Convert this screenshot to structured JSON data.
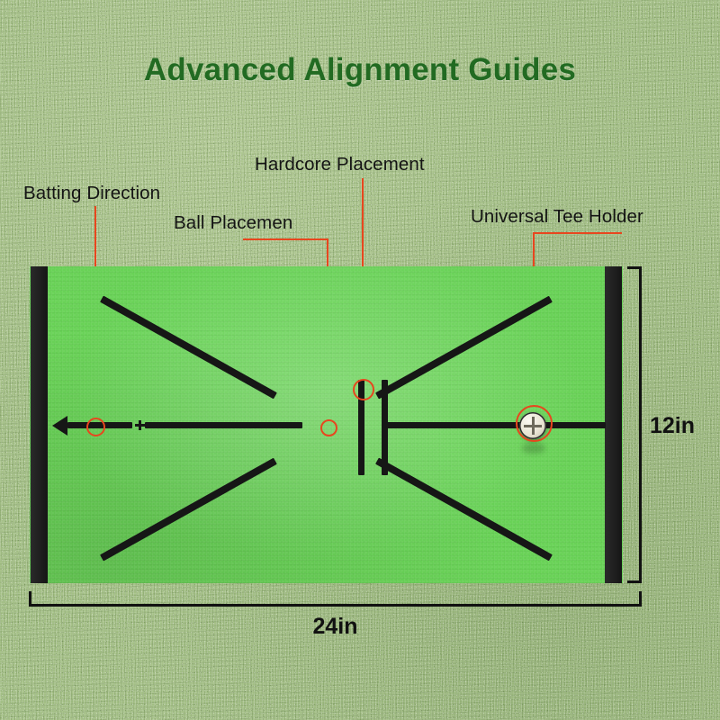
{
  "page": {
    "title": "Advanced Alignment Guides",
    "background_color": "#a3bf85",
    "title_color": "#226b22"
  },
  "callouts": [
    {
      "id": "batting",
      "label": "Batting Direction",
      "leader_color": "#e8461e",
      "marker": "ring"
    },
    {
      "id": "ball",
      "label": "Ball Placemen",
      "leader_color": "#e8461e",
      "marker": "ring"
    },
    {
      "id": "hardcore",
      "label": "Hardcore Placement",
      "leader_color": "#e8461e",
      "marker": "ring"
    },
    {
      "id": "tee",
      "label": "Universal Tee Holder",
      "leader_color": "#e8461e",
      "marker": "ring"
    }
  ],
  "mat": {
    "surface_color": "#69d257",
    "strip_color": "#1d1d1d",
    "marking_color": "#161616",
    "tee_holder_color": "#e7e3d2"
  },
  "dimensions": {
    "width_label": "24in",
    "height_label": "12in",
    "color": "#111111"
  }
}
